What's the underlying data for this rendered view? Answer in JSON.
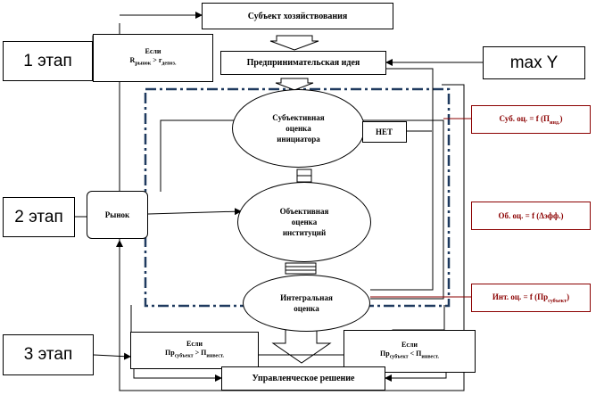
{
  "nodes": {
    "subject": "Субъект хозяйствования",
    "idea": "Предпринимательская идея",
    "ellipse1": "Субъективная\nоценка\nинициатора",
    "ellipse2": "Объективная\nоценка\nинституций",
    "ellipse3": "Интегральная\nоценка",
    "market": "Рынок",
    "net": "НЕТ",
    "decision": "Управленческое решение"
  },
  "stages": {
    "stage1": "1 этап",
    "stage2": "2 этап",
    "stage3": "3 этап",
    "max_y": "max Y"
  },
  "conditions": {
    "if_label": "Если",
    "cond1_left": "R",
    "cond1_left_sub": "рынок",
    "cond1_right": "r",
    "cond1_right_sub": "депоз.",
    "cond2_left": "Пр",
    "cond2_left_sub": "субъект",
    "cond2_right": "П",
    "cond2_right_sub": "инвест.",
    "cond3_left": "Пр",
    "cond3_left_sub": "субъект",
    "cond3_right": "П",
    "cond3_right_sub": "инвест."
  },
  "formulas": {
    "f1_text": "Суб. оц. = f (П",
    "f1_sub": "инд.",
    "f2_text": "Об. оц. = f (Δэфф.)",
    "f3_text": "Инт. оц. = f (Пр",
    "f3_sub": "субъект"
  }
}
